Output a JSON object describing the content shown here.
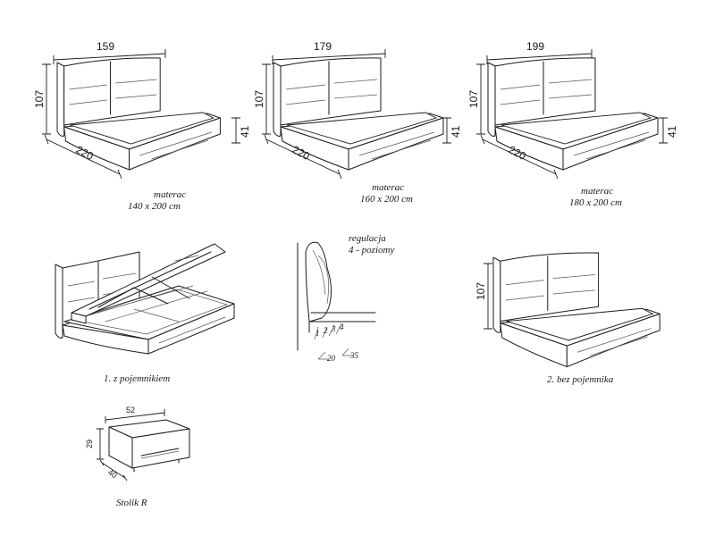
{
  "bed_variants": [
    {
      "width": "159",
      "height": "107",
      "length": "220",
      "frame_height": "41",
      "mattress_label": "materac",
      "mattress_size": "140 x 200 cm"
    },
    {
      "width": "179",
      "height": "107",
      "length": "220",
      "frame_height": "41",
      "mattress_label": "materac",
      "mattress_size": "160 x 200 cm"
    },
    {
      "width": "199",
      "height": "107",
      "length": "220",
      "frame_height": "41",
      "mattress_label": "materac",
      "mattress_size": "180 x 200 cm"
    }
  ],
  "storage_bed": {
    "caption": "1. z pojemnikiem"
  },
  "adjustment": {
    "title": "regulacja",
    "subtitle": "4 - poziomy",
    "steps": [
      "1",
      "2",
      "3",
      "4"
    ],
    "angle_small": "20",
    "angle_large": "35"
  },
  "no_storage_bed": {
    "height": "107",
    "caption": "2. bez pojemnika"
  },
  "nightstand": {
    "width": "52",
    "height": "29",
    "depth": "40",
    "caption": "Stolik R"
  }
}
